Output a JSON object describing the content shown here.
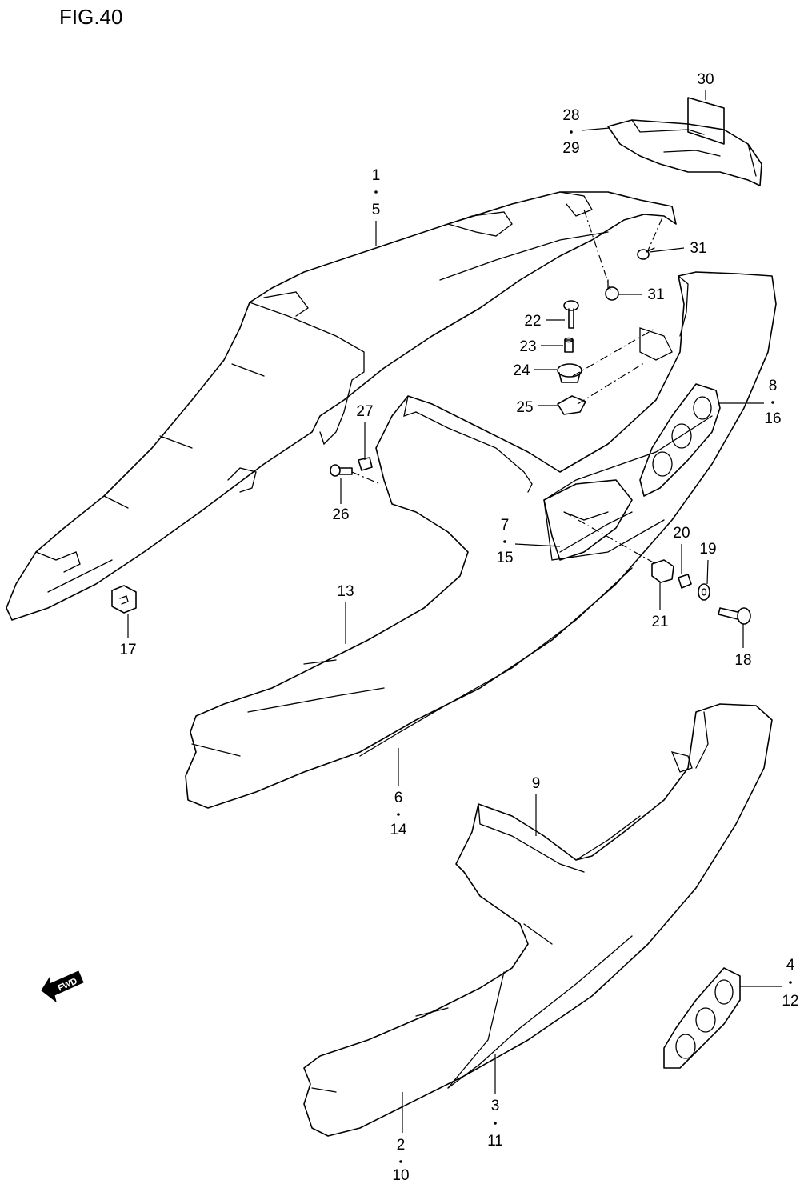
{
  "figure": {
    "title": "FIG.40",
    "arrow_label": "FWD"
  },
  "callouts": {
    "c30": "30",
    "c28_29": {
      "top": "28",
      "bottom": "29"
    },
    "c1_5": {
      "top": "1",
      "bottom": "5"
    },
    "c31a": "31",
    "c31b": "31",
    "c22": "22",
    "c23": "23",
    "c24": "24",
    "c25": "25",
    "c8_16": {
      "top": "8",
      "bottom": "16"
    },
    "c27": "27",
    "c26": "26",
    "c7_15": {
      "top": "7",
      "bottom": "15"
    },
    "c20": "20",
    "c19": "19",
    "c21": "21",
    "c18": "18",
    "c13": "13",
    "c17": "17",
    "c6_14": {
      "top": "6",
      "bottom": "14"
    },
    "c9": "9",
    "c4_12": {
      "top": "4",
      "bottom": "12"
    },
    "c2_10": {
      "top": "2",
      "bottom": "10"
    },
    "c3_11": {
      "top": "3",
      "bottom": "11"
    }
  }
}
